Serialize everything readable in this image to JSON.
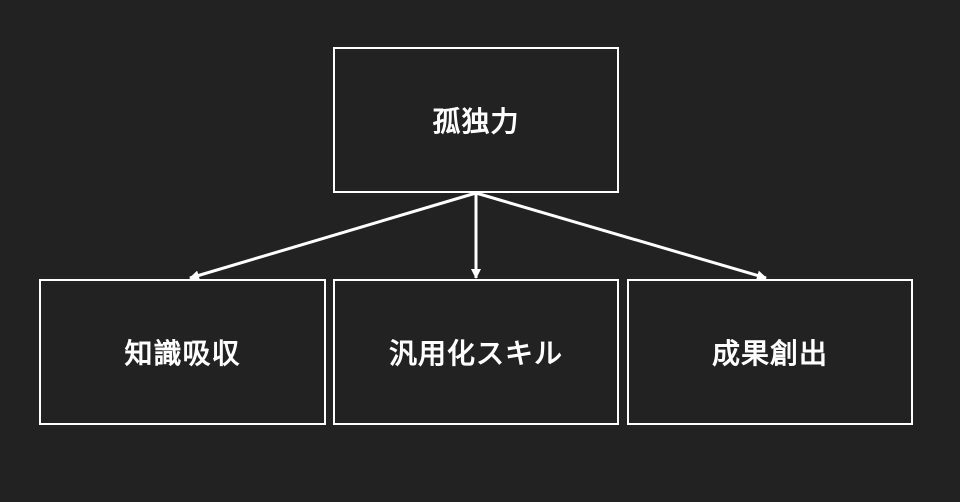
{
  "diagram": {
    "root": {
      "label": "孤独力"
    },
    "children": [
      {
        "label": "知識吸収"
      },
      {
        "label": "汎用化スキル"
      },
      {
        "label": "成果創出"
      }
    ]
  },
  "colors": {
    "background": "#222222",
    "stroke": "#ffffff",
    "text": "#ffffff"
  }
}
